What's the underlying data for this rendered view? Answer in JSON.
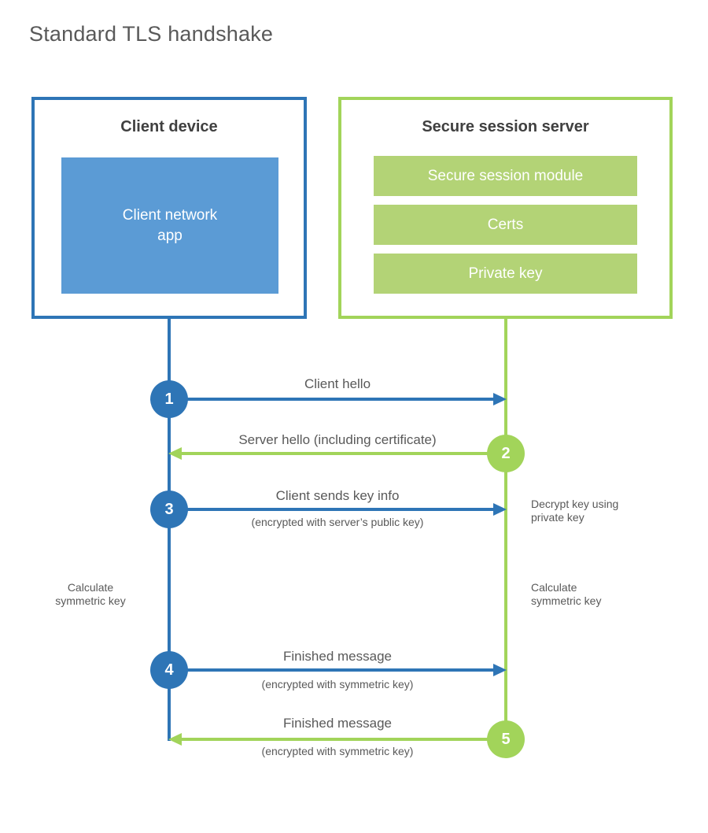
{
  "title": "Standard TLS handshake",
  "colors": {
    "blue_line": "#2e75b6",
    "blue_fill": "#5b9bd5",
    "green_line": "#a2d45a",
    "green_fill": "#b3d376",
    "text_gray": "#595959",
    "heading_gray": "#404040"
  },
  "client_box": {
    "title": "Client device",
    "app_label": "Client network\napp"
  },
  "server_box": {
    "title": "Secure session server",
    "modules": [
      "Secure session module",
      "Certs",
      "Private key"
    ]
  },
  "steps": [
    {
      "num": "1",
      "label": "Client hello",
      "sub": "",
      "direction": "client-to-server",
      "color": "#2e75b6"
    },
    {
      "num": "2",
      "label": "Server hello (including certificate)",
      "sub": "",
      "direction": "server-to-client",
      "color": "#a2d45a"
    },
    {
      "num": "3",
      "label": "Client sends key info",
      "sub": "(encrypted with server’s public key)",
      "direction": "client-to-server",
      "color": "#2e75b6"
    },
    {
      "num": "4",
      "label": "Finished message",
      "sub": "(encrypted with symmetric key)",
      "direction": "client-to-server",
      "color": "#2e75b6"
    },
    {
      "num": "5",
      "label": "Finished message",
      "sub": "(encrypted with symmetric key)",
      "direction": "server-to-client",
      "color": "#a2d45a"
    }
  ],
  "side_notes": {
    "decrypt": "Decrypt key using\nprivate key",
    "calculate_left": "Calculate\nsymmetric key",
    "calculate_right": "Calculate\nsymmetric key"
  }
}
